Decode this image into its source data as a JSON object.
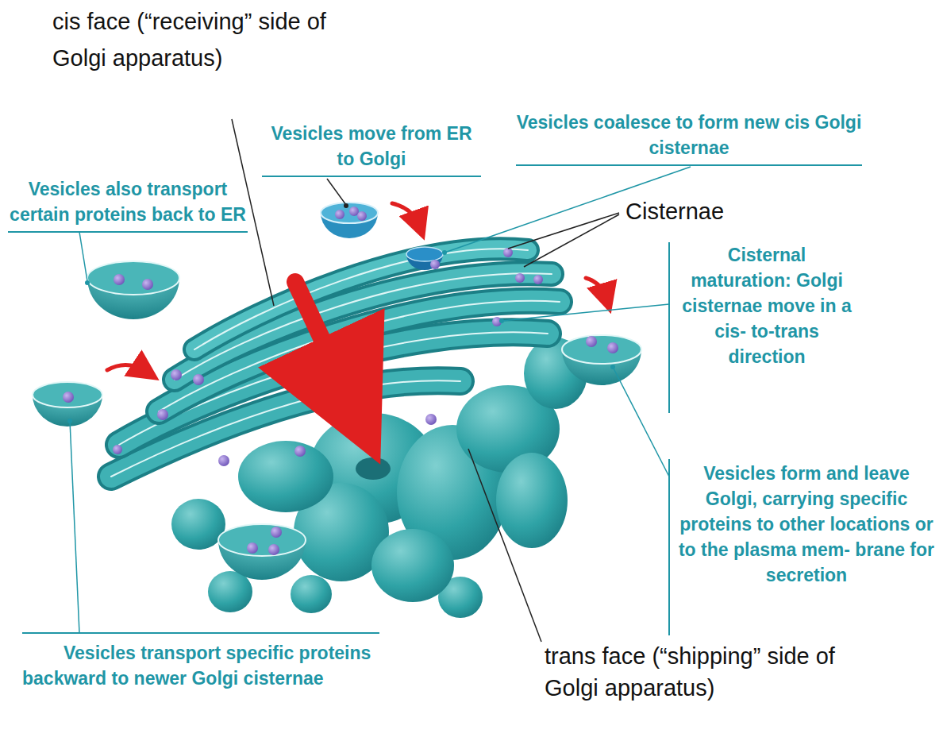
{
  "diagram": {
    "labels": [
      "cis face (“receiving” side of Golgi apparatus)",
      "Vesicles move from ER to Golgi",
      "Vesicles coalesce to form new cis Golgi cisternae",
      "Vesicles also transport certain proteins back to ER",
      "Cisternae",
      "Cisternal maturation: Golgi cisternae move in a cis- to-trans direction",
      "Vesicles form and leave Golgi, carrying specific proteins to other locations or to the plasma mem- brane for secretion",
      "Vesicles transport specific proteins backward to newer Golgi cisternae",
      "trans face (“shipping” side of Golgi apparatus)"
    ]
  }
}
